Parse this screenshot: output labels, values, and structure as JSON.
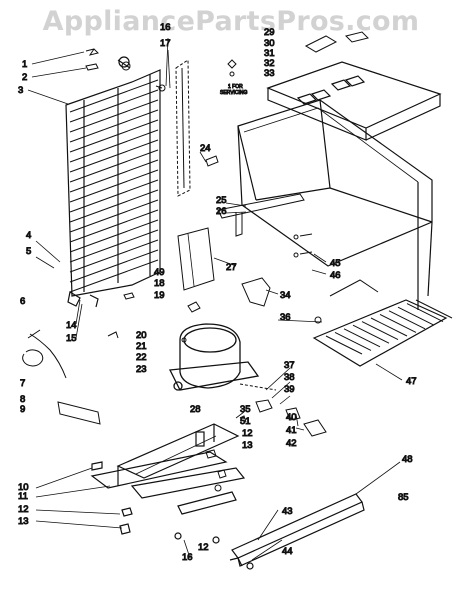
{
  "watermark": "AppliancePartsPros.com",
  "page_code": "85",
  "note": {
    "line1": "1 FOR",
    "line2": "SERVICING"
  },
  "callouts": [
    "1",
    "2",
    "3",
    "4",
    "5",
    "6",
    "7",
    "8",
    "9",
    "10",
    "11",
    "12",
    "13",
    "14",
    "15",
    "16",
    "17",
    "18",
    "19",
    "20",
    "21",
    "22",
    "23",
    "24",
    "25",
    "26",
    "27",
    "28",
    "29",
    "30",
    "31",
    "32",
    "33",
    "34",
    "35",
    "36",
    "37",
    "38",
    "39",
    "40",
    "41",
    "42",
    "43",
    "44",
    "45",
    "46",
    "47",
    "48",
    "49",
    "51"
  ]
}
